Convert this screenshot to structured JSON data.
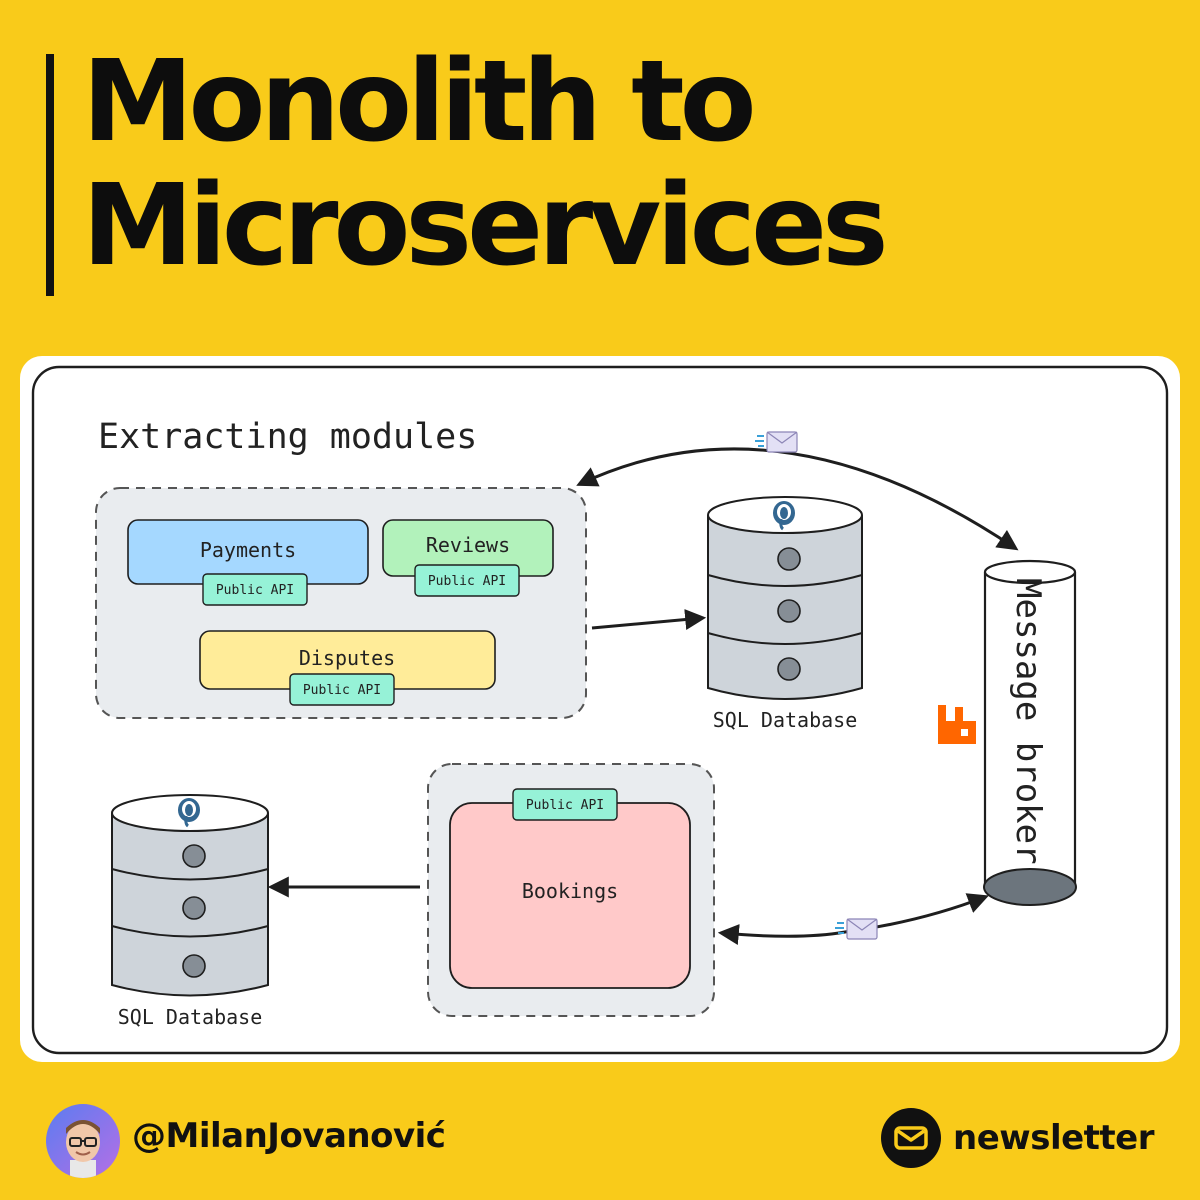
{
  "header": {
    "title_line1": "Monolith to",
    "title_line2": "Microservices"
  },
  "diagram": {
    "caption": "Extracting modules",
    "modules": {
      "payments": "Payments",
      "reviews": "Reviews",
      "disputes": "Disputes",
      "bookings": "Bookings"
    },
    "api_label": "Public API",
    "database_top_label": "SQL Database",
    "database_bottom_label": "SQL Database",
    "broker_label": "Message broker",
    "icons": [
      "postgresql-elephant-icon",
      "rabbitmq-icon",
      "envelope-icon"
    ],
    "colors": {
      "payments": "#A5D8FF",
      "reviews": "#B2F2BB",
      "disputes": "#FFEC99",
      "bookings": "#FFC9C9",
      "public_api": "#96F2D7",
      "database": "#CED4DA",
      "group_bg": "#E9ECEF"
    }
  },
  "footer": {
    "handle": "@MilanJovanović",
    "newsletter": "newsletter"
  },
  "theme": {
    "background": "#F9CB1A",
    "accent": "#111111"
  }
}
